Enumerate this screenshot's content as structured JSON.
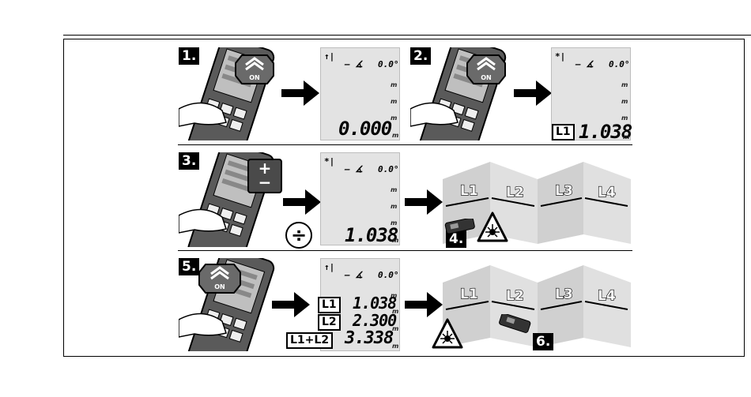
{
  "steps": {
    "s1": "1.",
    "s2": "2.",
    "s3": "3.",
    "s4": "4.",
    "s5": "5.",
    "s6": "6."
  },
  "buttons": {
    "on_label": "ON",
    "plus_sign": "+",
    "minus_sign": "−",
    "divide_sign": "÷"
  },
  "display1": {
    "reading": "0.000",
    "angle": "0.0°"
  },
  "display2": {
    "label": "L1",
    "reading": "1.038",
    "angle": "0.0°"
  },
  "display3": {
    "reading": "1.038",
    "angle": "0.0°"
  },
  "display5": {
    "angle": "0.0°",
    "rows": [
      {
        "label": "L1",
        "value": "1.038"
      },
      {
        "label": "L2",
        "value": "2.300"
      },
      {
        "label": "L1+L2",
        "value": "3.338"
      }
    ]
  },
  "walls": {
    "top": [
      "L1",
      "L2",
      "L3",
      "L4"
    ],
    "bottom": [
      "L1",
      "L2",
      "L3",
      "L4"
    ]
  },
  "unit_symbol": "m"
}
